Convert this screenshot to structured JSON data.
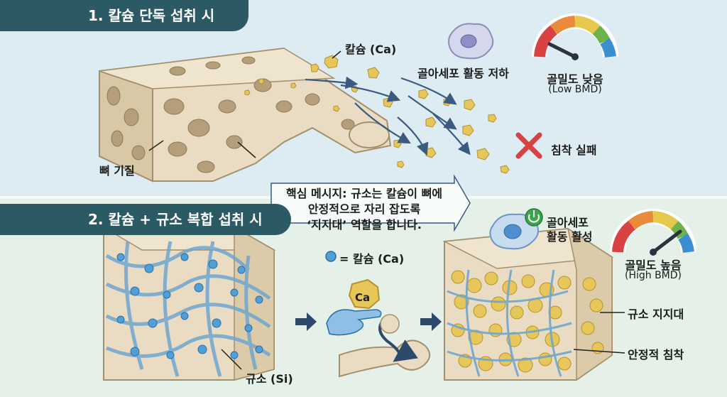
{
  "section1": {
    "title": "1. 칼슘 단독 섭취 시",
    "calcium_label": "칼슘 (Ca)",
    "osteoblast_label": "골아세포 활동 저하",
    "gauge_label": "골밀도 낮음",
    "gauge_sub": "(Low BMD)",
    "gauge_level": 0.2,
    "fail_label": "침착 실패",
    "matrix_label": "뼈 기질"
  },
  "section2": {
    "title": "2. 칼슘 + 규소 복합 섭취 시",
    "message_line1": "핵심 메시지: 규소는 칼슘이 뼈에",
    "message_line2": "안정적으로 자리 잡도록",
    "message_line3": "‘지지대’ 역할을 합니다.",
    "legend_label": "= 칼슘 (Ca)",
    "ca_badge": "Ca",
    "silicon_label": "규소 (Si)",
    "osteoblast_label_line1": "골아세포",
    "osteoblast_label_line2": "활동 활성",
    "gauge_label": "골밀도 높음",
    "gauge_sub": "(High BMD)",
    "gauge_level": 0.8,
    "scaffold_label": "규소 지지대",
    "deposit_label": "안정적 침착"
  },
  "colors": {
    "tab": "#2b5a64",
    "bone": "#e9dcc2",
    "calcium": "#e7c65a",
    "silicon": "#6fa6cf",
    "fail": "#d94242",
    "power": "#3aa64a"
  }
}
